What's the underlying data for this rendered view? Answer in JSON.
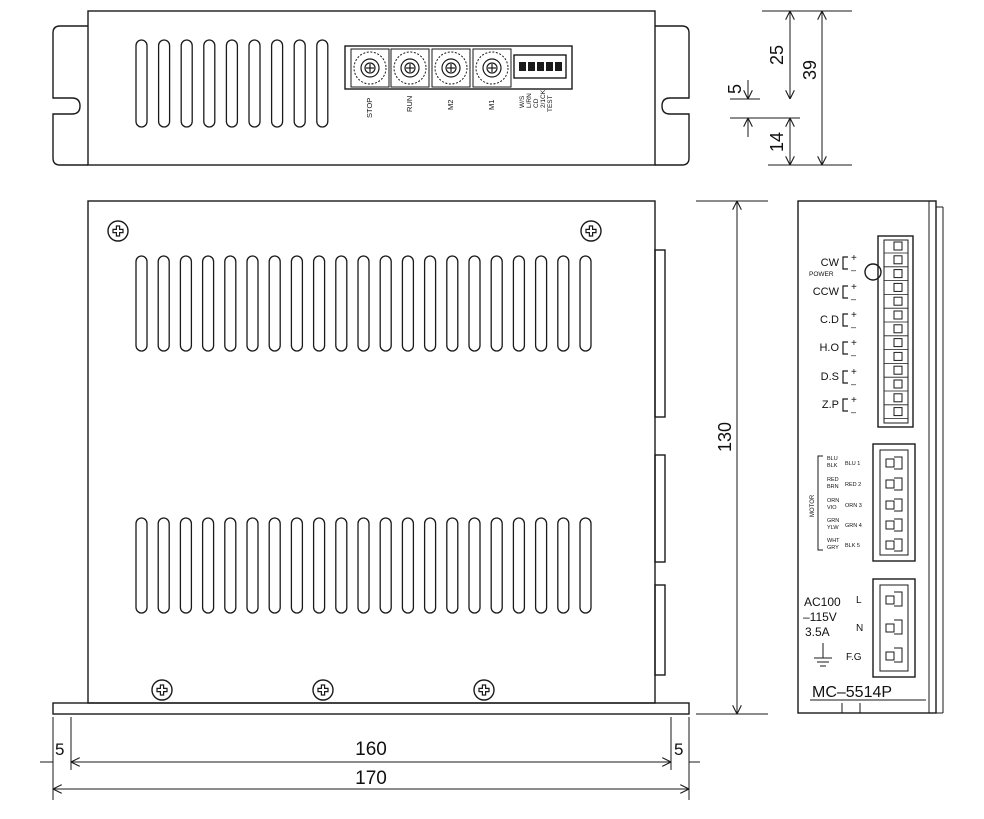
{
  "top_view": {
    "switch_labels": [
      "STOP",
      "RUN",
      "M2",
      "M1"
    ],
    "dip_labels": [
      "W/S",
      "L/RN",
      "CD",
      "2/1CK",
      "TEST"
    ]
  },
  "side_terminals": {
    "signal_labels": [
      "CW",
      "CCW",
      "C.D",
      "H.O",
      "D.S",
      "Z.P"
    ],
    "power_label": "POWER",
    "polarity_plus": "+",
    "polarity_minus": "–",
    "motor_label": "MOTOR",
    "motor_wires": [
      {
        "left": [
          "BLU",
          "BLK"
        ],
        "right": "BLU 1"
      },
      {
        "left": [
          "RED",
          "BRN"
        ],
        "right": "RED 2"
      },
      {
        "left": [
          "ORN",
          "VIO"
        ],
        "right": "ORN 3"
      },
      {
        "left": [
          "GRN",
          "YLW"
        ],
        "right": "GRN 4"
      },
      {
        "left": [
          "WHT",
          "GRY"
        ],
        "right": "BLK 5"
      }
    ],
    "ac_lines": [
      "AC100",
      "–115V",
      "3.5A"
    ],
    "ac_pins": [
      "L",
      "N",
      "F.G"
    ],
    "model": "MC–5514P"
  },
  "dimensions": {
    "top_height_upper": "25",
    "top_height_total": "39",
    "top_gap": "5",
    "top_height_lower": "14",
    "front_height": "130",
    "flange_left": "5",
    "body_width": "160",
    "flange_right": "5",
    "total_width": "170"
  },
  "icons": {
    "screw": "screw-icon",
    "rotary_switch": "rotary-switch-icon",
    "ground": "ground-icon",
    "power_led": "power-led-icon"
  }
}
